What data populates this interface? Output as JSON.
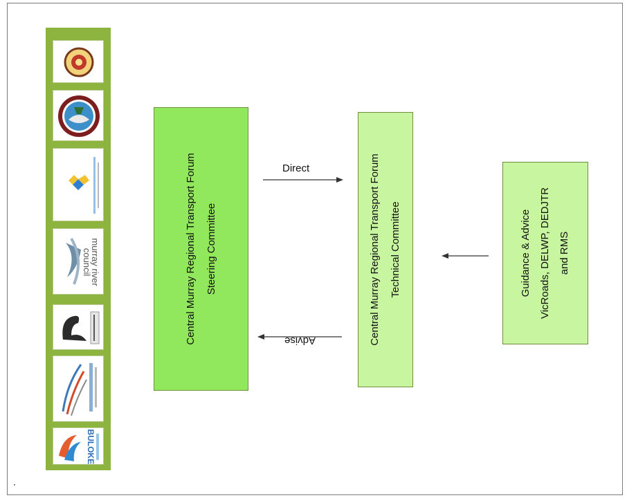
{
  "diagram": {
    "steering_committee": {
      "line1": "Central Murray Regional Transport Forum",
      "line2": "Steering Committee"
    },
    "technical_committee": {
      "line1": "Central Murray Regional Transport Forum",
      "line2": "Technical Committee"
    },
    "guidance": {
      "line1": "Guidance & Advice",
      "line2": "VicRoads, DELWP, DEDJTR",
      "line3": "and RMS"
    },
    "arrows": {
      "direct_label": "Direct",
      "advise_label": "Advise"
    },
    "logos": [
      {
        "name": "council-seal-logo-1"
      },
      {
        "name": "council-seal-logo-2"
      },
      {
        "name": "edward-river-council-logo"
      },
      {
        "name": "murray-river-council-logo"
      },
      {
        "name": "swan-hill-council-logo"
      },
      {
        "name": "gannawarra-shire-logo"
      },
      {
        "name": "buloke-shire-logo"
      }
    ],
    "colors": {
      "logo_strip": "#8db43f",
      "steering_fill": "#92e85d",
      "technical_fill": "#c8f6a0",
      "guidance_fill": "#c8f6a0"
    }
  }
}
